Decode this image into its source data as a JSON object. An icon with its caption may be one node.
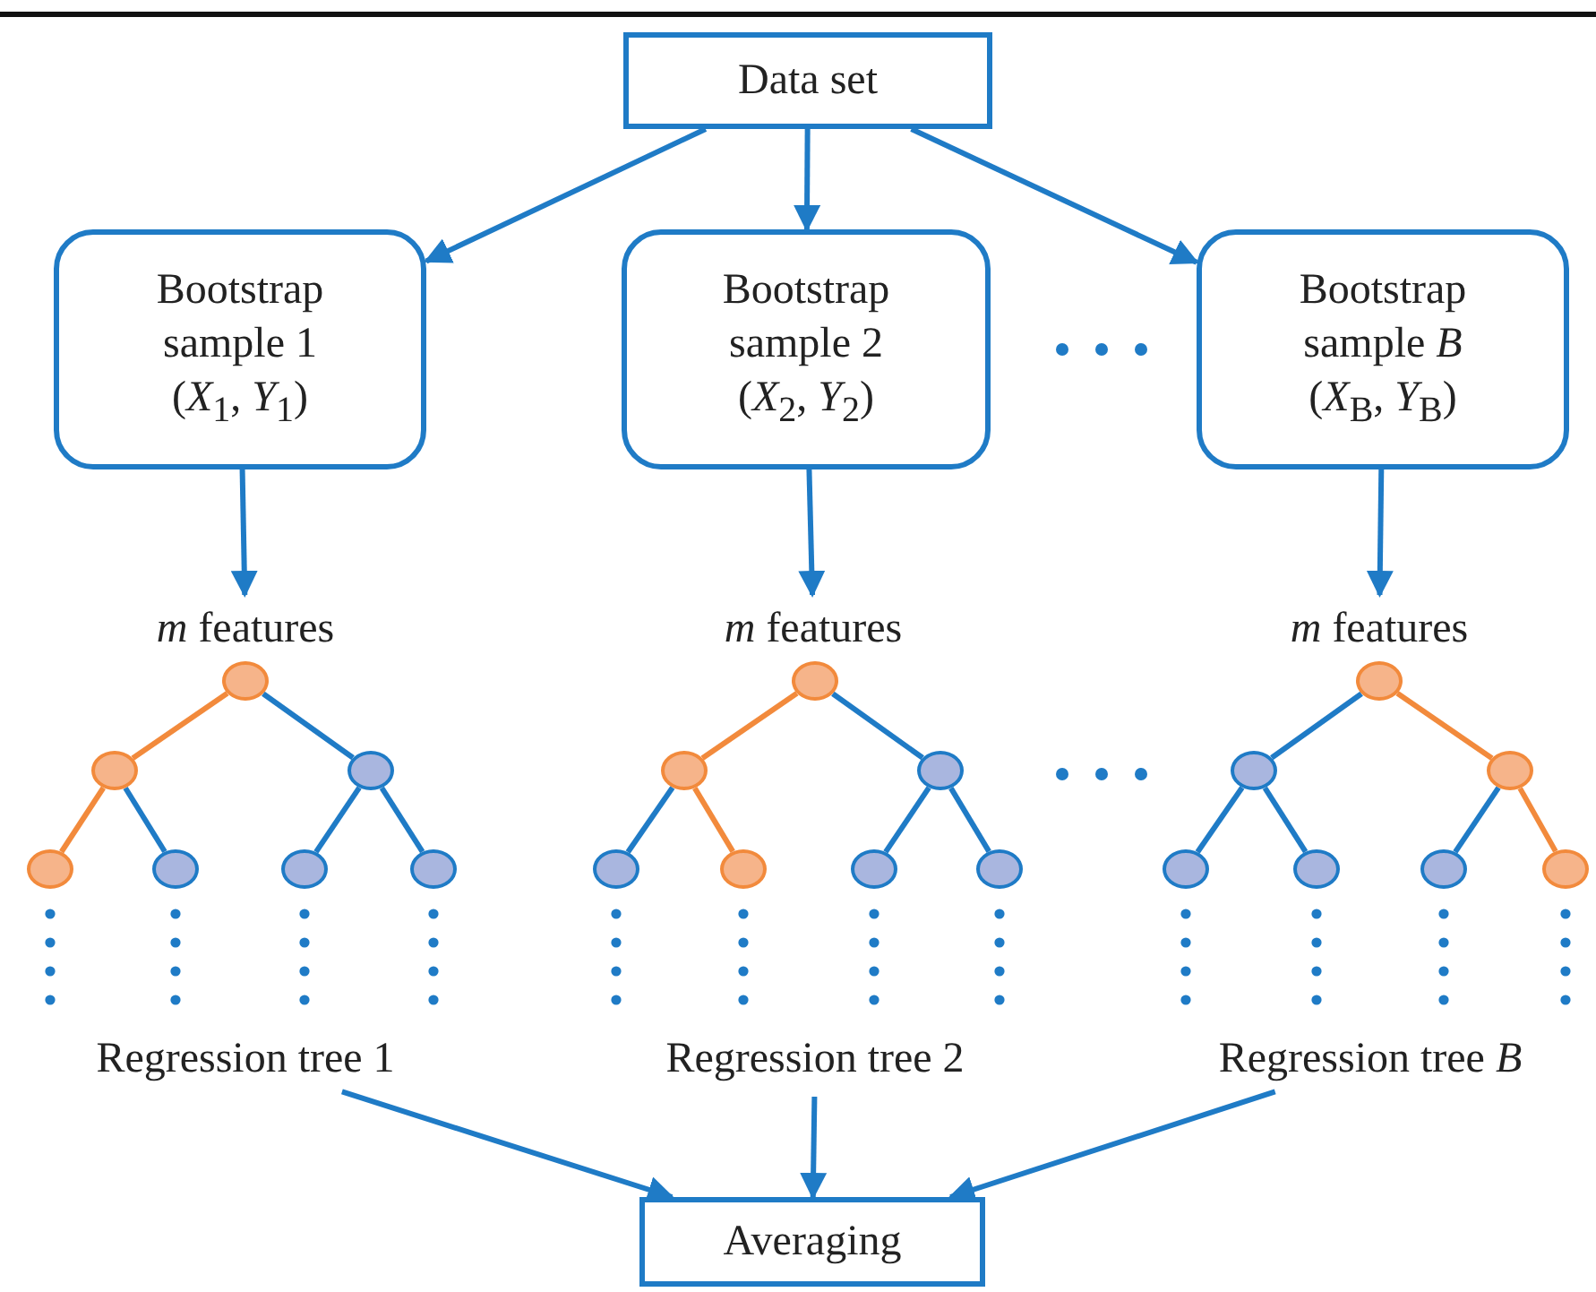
{
  "diagram": {
    "nodes": [
      {
        "text": [
          "Data set"
        ]
      },
      {
        "text": [
          "Bootstrap sample 1",
          "(*X*$_{1}$, *Y*$_{1}$)"
        ]
      },
      {
        "text": [
          "Bootstrap sample 2",
          "(*X*$_{2}$, *Y*$_{2}$)"
        ]
      },
      {
        "text": [
          "Bootstrap sample *B*",
          "(*X*$_{B}$, *Y*$_{B}$)"
        ]
      },
      {
        "text": [
          "*m* features"
        ]
      },
      {
        "text": [
          "*m* features"
        ]
      },
      {
        "text": [
          "*m* features"
        ]
      },
      {
        "text": [],
        "shape": "circle"
      },
      {
        "text": [],
        "shape": "circle"
      },
      {
        "text": [],
        "shape": "circle"
      },
      {
        "text": [],
        "shape": "circle"
      },
      {
        "text": [],
        "shape": "circle"
      },
      {
        "text": [],
        "shape": "circle"
      },
      {
        "text": [],
        "shape": "circle"
      },
      {
        "text": [],
        "shape": "circle"
      },
      {
        "text": [],
        "shape": "circle"
      },
      {
        "text": [],
        "shape": "circle"
      },
      {
        "text": [],
        "shape": "circle"
      },
      {
        "text": [],
        "shape": "circle"
      },
      {
        "text": [],
        "shape": "circle"
      },
      {
        "text": [],
        "shape": "circle"
      },
      {
        "text": [],
        "shape": "circle"
      },
      {
        "text": [],
        "shape": "circle"
      },
      {
        "text": [],
        "shape": "circle"
      },
      {
        "text": [],
        "shape": "circle"
      },
      {
        "text": [],
        "shape": "circle"
      },
      {
        "text": [],
        "shape": "circle"
      },
      {
        "text": [],
        "shape": "circle"
      },
      {
        "text": [
          "Regression tree 1"
        ]
      },
      {
        "text": [
          "Regression tree 2"
        ]
      },
      {
        "text": [
          "Regression tree *B*"
        ]
      },
      {
        "text": [
          "Averaging"
        ]
      }
    ],
    "edges": [
      {
        "from": 0,
        "to": 1,
        "arrow": "to"
      },
      {
        "from": 0,
        "to": 2,
        "arrow": "to"
      },
      {
        "from": 0,
        "to": 3,
        "arrow": "to"
      },
      {
        "from": 1,
        "to": 4,
        "arrow": "to"
      },
      {
        "from": 2,
        "to": 5,
        "arrow": "to"
      },
      {
        "from": 3,
        "to": 6,
        "arrow": "to"
      },
      {
        "from": 7,
        "to": 8,
        "arrow": "none",
        "color": "#f28a3c"
      },
      {
        "from": 7,
        "to": 9,
        "arrow": "none"
      },
      {
        "from": 8,
        "to": 10,
        "arrow": "none",
        "color": "#f28a3c"
      },
      {
        "from": 8,
        "to": 11,
        "arrow": "none"
      },
      {
        "from": 9,
        "to": 12,
        "arrow": "none"
      },
      {
        "from": 9,
        "to": 13,
        "arrow": "none"
      },
      {
        "from": 14,
        "to": 15,
        "arrow": "none",
        "color": "#f28a3c"
      },
      {
        "from": 14,
        "to": 16,
        "arrow": "none"
      },
      {
        "from": 15,
        "to": 17,
        "arrow": "none"
      },
      {
        "from": 15,
        "to": 18,
        "arrow": "none",
        "color": "#f28a3c"
      },
      {
        "from": 16,
        "to": 19,
        "arrow": "none"
      },
      {
        "from": 16,
        "to": 20,
        "arrow": "none"
      },
      {
        "from": 21,
        "to": 22,
        "arrow": "none"
      },
      {
        "from": 21,
        "to": 23,
        "arrow": "none",
        "color": "#f28a3c"
      },
      {
        "from": 22,
        "to": 24,
        "arrow": "none"
      },
      {
        "from": 22,
        "to": 25,
        "arrow": "none"
      },
      {
        "from": 23,
        "to": 26,
        "arrow": "none"
      },
      {
        "from": 23,
        "to": 27,
        "arrow": "none",
        "color": "#f28a3c"
      },
      {
        "from": 28,
        "to": 31,
        "arrow": "to"
      },
      {
        "from": 29,
        "to": 31,
        "arrow": "to"
      },
      {
        "from": 30,
        "to": 31,
        "arrow": "to"
      }
    ]
  }
}
